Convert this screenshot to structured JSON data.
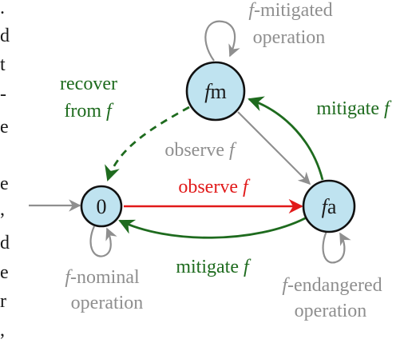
{
  "colors": {
    "node_fill": "#bfe3f0",
    "node_stroke": "#111111",
    "gray": "#8f8f8f",
    "green": "#1e6b1e",
    "red": "#e11a1a"
  },
  "states": {
    "zero": {
      "label": "0"
    },
    "fm": {
      "label_italic": "f",
      "label_rest": "m"
    },
    "fa": {
      "label_italic": "f",
      "label_rest": "a"
    }
  },
  "loops": {
    "fm": {
      "italic": "f",
      "line1_rest": "-mitigated",
      "line2": "operation"
    },
    "zero": {
      "italic": "f",
      "line1_rest": "-nominal",
      "line2": "operation"
    },
    "fa": {
      "italic": "f",
      "line1_rest": "-endangered",
      "line2": "operation"
    }
  },
  "transitions": {
    "recover": {
      "line1": "recover",
      "line2_prefix": "from ",
      "italic": "f"
    },
    "observe_gray": {
      "prefix": "observe ",
      "italic": "f"
    },
    "observe_red": {
      "prefix": "observe ",
      "italic": "f"
    },
    "mitigate_top": {
      "prefix": "mitigate ",
      "italic": "f"
    },
    "mitigate_bottom": {
      "prefix": "mitigate ",
      "italic": "f"
    }
  },
  "margin_text": {
    "glyphs": [
      ".",
      "d",
      "t",
      "-",
      "e",
      "e",
      ",",
      "d",
      "e",
      "r",
      ","
    ]
  }
}
